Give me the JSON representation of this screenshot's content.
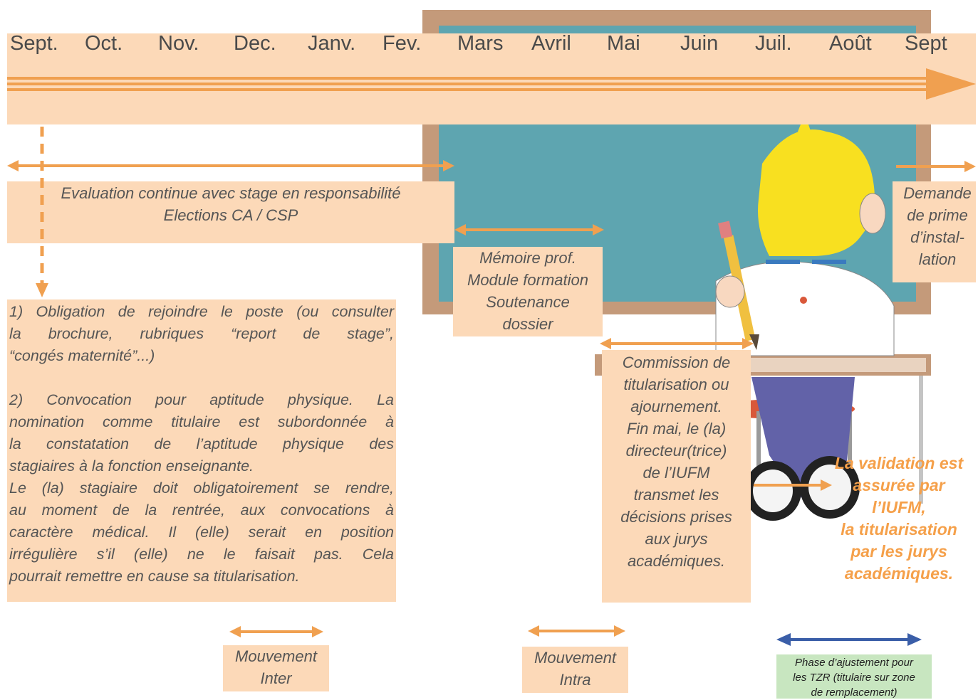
{
  "timeline": {
    "months": [
      "Sept.",
      "Oct.",
      "Nov.",
      "Dec.",
      "Janv.",
      "Fev.",
      "Mars",
      "Avril",
      "Mai",
      "Juin",
      "Juil.",
      "Août",
      "Sept"
    ]
  },
  "evaluation": {
    "line1": "Evaluation continue avec stage en responsabilité",
    "line2": "Elections CA / CSP"
  },
  "memoire": {
    "line1": "Mémoire prof.",
    "line2": "Module formation",
    "line3": "Soutenance",
    "line4": "dossier"
  },
  "prime": {
    "line1": "Demande",
    "line2": "de prime",
    "line3": "d’instal-",
    "line4": "lation"
  },
  "obligations": {
    "p1_l1": "1) Obligation de rejoindre le poste (ou consulter",
    "p1_l2": "la brochure, rubriques “report de stage”,",
    "p1_l3": "“congés maternité”...)",
    "p2_l1": "2) Convocation pour aptitude physique. La",
    "p2_l2": "nomination comme titulaire est subordonnée à",
    "p2_l3": "la constatation de l’aptitude physique des",
    "p2_l4": "stagiaires à la fonction enseignante.",
    "p3_l1": "Le (la) stagiaire doit obligatoirement se rendre,",
    "p3_l2": "au moment de la rentrée, aux convocations à",
    "p3_l3": "caractère médical. Il (elle) serait en position",
    "p3_l4": "irrégulière s’il (elle) ne le faisait pas. Cela",
    "p3_l5": "pourrait remettre en cause sa titularisation."
  },
  "commission": {
    "lines": [
      "Commission de",
      "titularisation ou",
      "ajournement.",
      "Fin mai, le (la)",
      "directeur(trice)",
      "de l’IUFM",
      "transmet les",
      "décisions prises",
      "aux jurys",
      "académiques."
    ]
  },
  "validation": {
    "lines": [
      "La validation est",
      "assurée par",
      "l’IUFM,",
      "la titularisation",
      "par les jurys",
      "académiques."
    ],
    "color": "#f5a04a"
  },
  "mouvement_inter": {
    "line1": "Mouvement",
    "line2": "Inter"
  },
  "mouvement_intra": {
    "line1": "Mouvement",
    "line2": "Intra"
  },
  "tzr": {
    "line1": "Phase d’ajustement pour",
    "line2": "les TZR (titulaire sur zone",
    "line3": "de remplacement)"
  },
  "colors": {
    "band": "#fcd9b8",
    "arrow": "#f0a050",
    "board_frame": "#c49a7a",
    "board": "#5ea5b0",
    "tzr_arrow": "#3a5ea8",
    "tzr_box": "#c8e6c0"
  }
}
